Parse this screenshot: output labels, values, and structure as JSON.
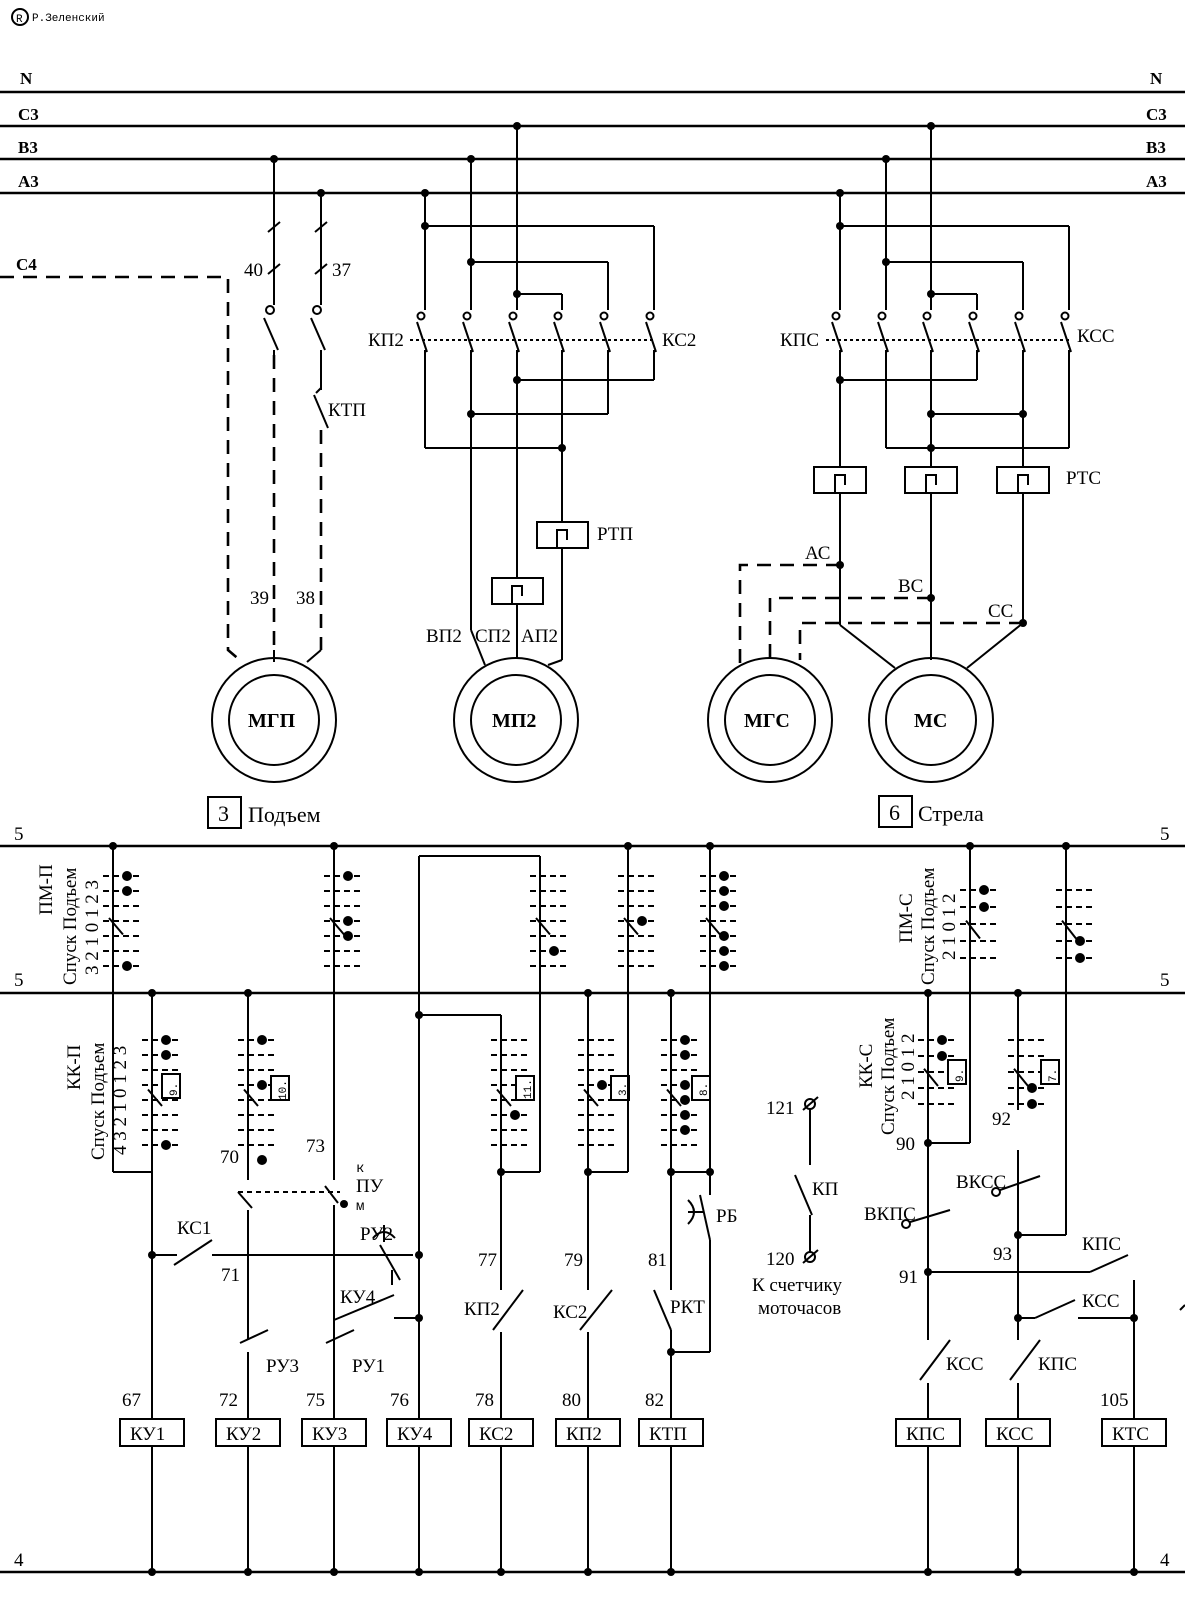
{
  "copyright": "Р.Зеленский",
  "copyright_mark": "R",
  "buses": {
    "n": "N",
    "c3": "С3",
    "b3": "В3",
    "a3": "А3",
    "c4": "С4",
    "bus5": "5",
    "bus4": "4"
  },
  "upper_left": {
    "wire40": "40",
    "wire37": "37",
    "ktp": "КТП",
    "wire39": "39",
    "wire38": "38",
    "kp2": "КП2",
    "ks2": "КС2",
    "rtp": "РТП",
    "vp2": "ВП2",
    "sp2": "СП2",
    "ap2": "АП2",
    "motor_mgp": "МГП",
    "motor_mp2": "МП2",
    "section_num": "3",
    "section_name": "Подъем"
  },
  "upper_right": {
    "kps": "КПС",
    "kss": "КСС",
    "rts": "РТС",
    "ac": "АС",
    "bc": "ВС",
    "cc": "СС",
    "motor_mgs": "МГС",
    "motor_ms": "МС",
    "section_num": "6",
    "section_name": "Стрела"
  },
  "controllers": {
    "pm_p": "ПМ-П",
    "pm_p_dir": "Спуск Подъем",
    "pm_p_pos": "3 2 1 0 1 2 3",
    "pm_s": "ПМ-С",
    "pm_s_dir": "Спуск Подъем",
    "pm_s_pos": "2 1 0 1 2",
    "kk_p": "КК-П",
    "kk_p_dir": "Спуск  Подъем",
    "kk_p_pos": "4 3 2 1 0 1 2 3",
    "kk_s": "КК-С",
    "kk_s_dir": "Спуск Подъем",
    "kk_s_pos": "2 1 0 1 2",
    "tag9": "9.",
    "tag10": "10.",
    "tag11": "11.",
    "tag3": "3.",
    "tag8": "8.",
    "tag9s": "9.",
    "tag7": "7."
  },
  "control": {
    "w70": "70",
    "w73": "73",
    "w71": "71",
    "k": "к",
    "pu": "ПУ",
    "m": "м",
    "ks1": "КС1",
    "ru2": "РУ2",
    "ku4c": "КУ4",
    "ru3": "РУ3",
    "ru1": "РУ1",
    "w77": "77",
    "w79": "79",
    "w81": "81",
    "kp2c": "КП2",
    "ks2c": "КС2",
    "rkt": "РКТ",
    "rb": "РБ",
    "w121": "121",
    "w120": "120",
    "kp": "КП",
    "counter1": "К счетчику",
    "counter2": "моточасов",
    "w90": "90",
    "w92": "92",
    "w91": "91",
    "w93": "93",
    "vkps": "ВКПС",
    "vkss": "ВКСС",
    "kpsc": "КПС",
    "kssc": "КСС",
    "kss_b": "КСС",
    "kps_b": "КПС",
    "w67": "67",
    "w72": "72",
    "w75": "75",
    "w76": "76",
    "w78": "78",
    "w80": "80",
    "w82": "82",
    "w105": "105",
    "coils": [
      "КУ1",
      "КУ2",
      "КУ3",
      "КУ4",
      "КС2",
      "КП2",
      "КТП",
      "КПС",
      "КСС",
      "КТС"
    ]
  }
}
